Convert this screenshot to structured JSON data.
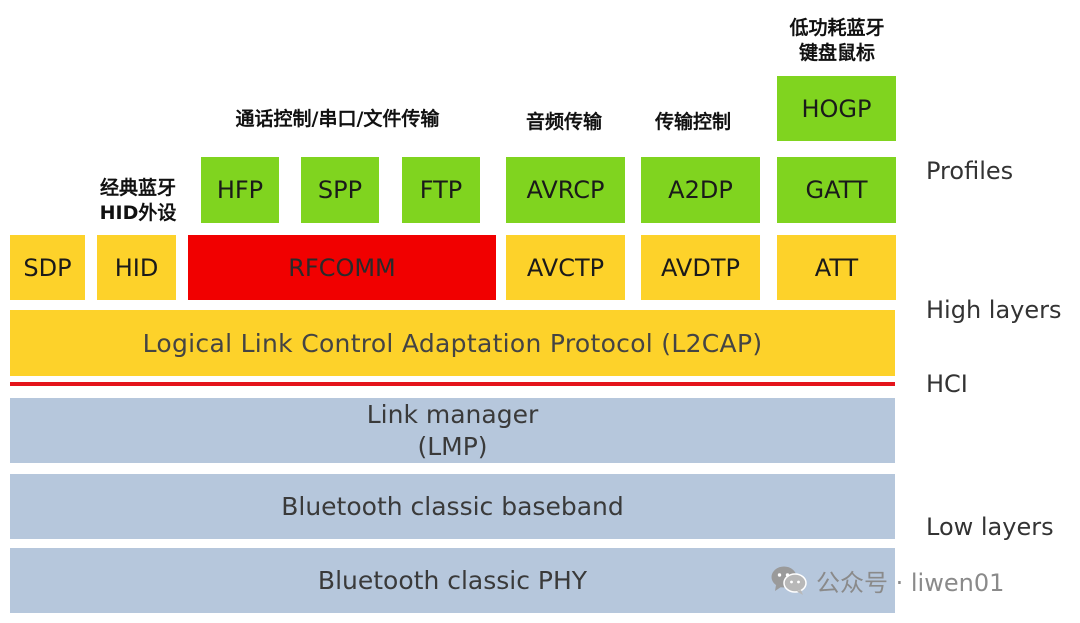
{
  "headers": {
    "classic_hid": [
      "经典蓝牙",
      "HID外设"
    ],
    "call_serial_file": "通话控制/串口/文件传输",
    "audio": "音频传输",
    "transfer_ctrl": "传输控制",
    "ble_keyboard": [
      "低功耗蓝牙",
      "键盘鼠标"
    ]
  },
  "profiles": {
    "hogp": "HOGP",
    "hfp": "HFP",
    "spp": "SPP",
    "ftp": "FTP",
    "avrcp": "AVRCP",
    "a2dp": "A2DP",
    "gatt": "GATT"
  },
  "high_layers": {
    "sdp": "SDP",
    "hid": "HID",
    "rfcomm": "RFCOMM",
    "avctp": "AVCTP",
    "avdtp": "AVDTP",
    "att": "ATT",
    "l2cap": "Logical Link Control Adaptation Protocol (L2CAP)"
  },
  "low_layers": {
    "lmp": [
      "Link manager",
      "(LMP)"
    ],
    "baseband": "Bluetooth classic baseband",
    "phy": "Bluetooth classic PHY"
  },
  "side_labels": {
    "profiles": "Profiles",
    "high_layers": "High layers",
    "hci": "HCI",
    "low_layers": "Low layers"
  },
  "watermark": {
    "text": "公众号 · liwen01",
    "icon": "wechat-icon"
  },
  "colors": {
    "green": "#80d41f",
    "yellow": "#fdd22a",
    "red": "#f10000",
    "grey": "#b6c7dc",
    "hci_line": "#e4141b"
  }
}
